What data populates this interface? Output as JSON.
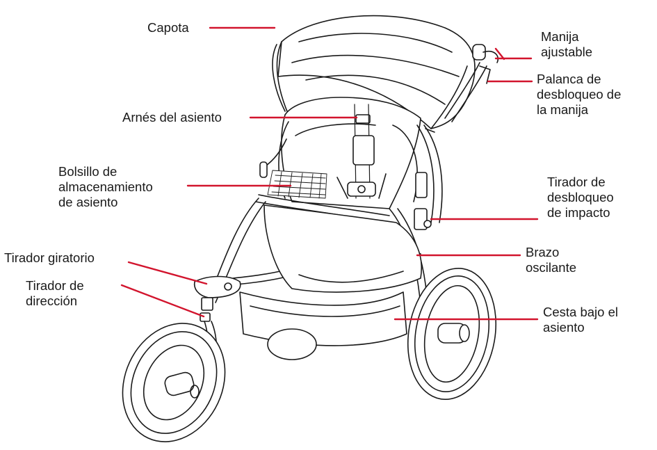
{
  "colors": {
    "leader": "#d2142d",
    "ink": "#1a1a1a",
    "background": "#ffffff"
  },
  "labels": {
    "capota": [
      "Capota"
    ],
    "arnes": [
      "Arnés del asiento"
    ],
    "bolsillo": [
      "Bolsillo de",
      "almacenamiento",
      "de asiento"
    ],
    "tirador_giratorio": [
      "Tirador giratorio"
    ],
    "tirador_direccion": [
      "Tirador de",
      "dirección"
    ],
    "manija": [
      "Manija",
      "ajustable"
    ],
    "palanca": [
      "Palanca de",
      "desbloqueo de",
      "la manija"
    ],
    "tirador_desbloqueo": [
      "Tirador de",
      "desbloqueo",
      "de impacto"
    ],
    "brazo": [
      "Brazo",
      "oscilante"
    ],
    "cesta": [
      "Cesta bajo el",
      "asiento"
    ]
  },
  "illustration": {
    "subject": "jogging-stroller-drawing"
  }
}
